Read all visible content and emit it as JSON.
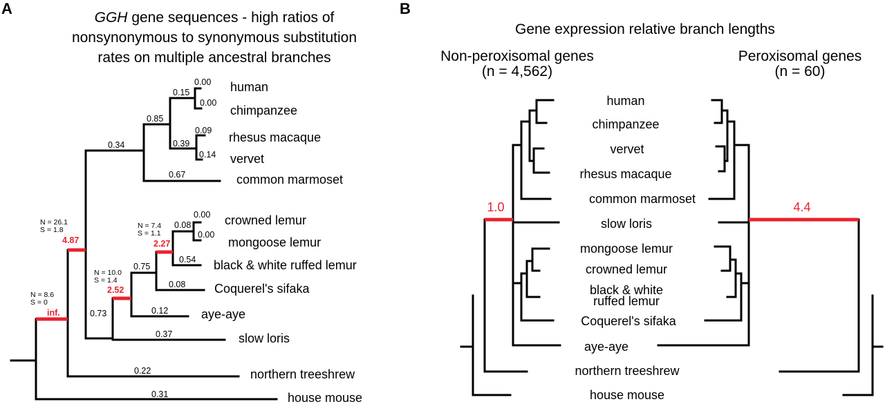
{
  "panelA": {
    "letter": "A",
    "title": {
      "gene": "GGH",
      "line1_rest": " gene sequences - high ratios of",
      "line2": "nonsynonymous to synonymous substitution",
      "line3": "rates on multiple ancestral branches"
    },
    "taxa": [
      {
        "id": "human",
        "label": "human"
      },
      {
        "id": "chimp",
        "label": "chimpanzee"
      },
      {
        "id": "rhesus",
        "label": "rhesus macaque"
      },
      {
        "id": "vervet",
        "label": "vervet"
      },
      {
        "id": "marmoset",
        "label": "common marmoset"
      },
      {
        "id": "crowned",
        "label": "crowned lemur"
      },
      {
        "id": "mongoose",
        "label": "mongoose lemur"
      },
      {
        "id": "bwrl",
        "label": "black & white ruffed lemur"
      },
      {
        "id": "sifaka",
        "label": "Coquerel's sifaka"
      },
      {
        "id": "ayeaye",
        "label": "aye-aye"
      },
      {
        "id": "loris",
        "label": "slow loris"
      },
      {
        "id": "treeshrew",
        "label": "northern treeshrew"
      },
      {
        "id": "mouse",
        "label": "house mouse"
      }
    ],
    "branch_lengths": {
      "human": "0.00",
      "chimp": "0.00",
      "human_chimp": "0.15",
      "rhesus": "0.09",
      "vervet": "0.14",
      "old_world_monkeys": "0.39",
      "catarrhini": "0.85",
      "marmoset": "0.67",
      "anthropoidea": "0.34",
      "crowned": "0.00",
      "mongoose": "0.00",
      "eulemur": "0.08",
      "bwrl": "0.54",
      "sifaka": "0.08",
      "lemuridae_sifaka": "0.75",
      "ayeaye": "0.12",
      "strepsirrhini": "0.73",
      "loris": "0.37",
      "treeshrew": "0.22",
      "mouse": "0.31"
    },
    "highlighted_branches": [
      {
        "id": "primates",
        "ratio": "4.87",
        "n": "N = 26.1",
        "s": "S = 1.8"
      },
      {
        "id": "lemuriformes",
        "ratio": "2.52",
        "n": "N = 10.0",
        "s": "S = 1.4"
      },
      {
        "id": "lemuridae",
        "ratio": "2.27",
        "n": "N = 7.4",
        "s": "S = 1.1"
      },
      {
        "id": "euarchonta",
        "ratio": "inf.",
        "n": "N = 8.6",
        "s": "S = 0"
      }
    ]
  },
  "panelB": {
    "letter": "B",
    "title": "Gene expression relative branch lengths",
    "left_header": {
      "line1": "Non-peroxisomal genes",
      "line2": "(n = 4,562)"
    },
    "right_header": {
      "line1": "Peroxisomal genes",
      "line2": "(n = 60)"
    },
    "taxa": [
      {
        "id": "human",
        "label": "human"
      },
      {
        "id": "chimp",
        "label": "chimpanzee"
      },
      {
        "id": "vervet",
        "label": "vervet"
      },
      {
        "id": "rhesus",
        "label": "rhesus macaque"
      },
      {
        "id": "marmoset",
        "label": "common marmoset"
      },
      {
        "id": "loris",
        "label": "slow loris"
      },
      {
        "id": "mongoose",
        "label": "mongoose lemur"
      },
      {
        "id": "crowned",
        "label": "crowned lemur"
      },
      {
        "id": "bwrl_1",
        "label": "black & white"
      },
      {
        "id": "bwrl_2",
        "label": "ruffed lemur"
      },
      {
        "id": "sifaka",
        "label": "Coquerel's sifaka"
      },
      {
        "id": "ayeaye",
        "label": "aye-aye"
      },
      {
        "id": "treeshrew",
        "label": "northern treeshrew"
      },
      {
        "id": "mouse",
        "label": "house mouse"
      }
    ],
    "left_highlight": {
      "value": "1.0"
    },
    "right_highlight": {
      "value": "4.4"
    },
    "colors": {
      "highlight": "#e8232f",
      "branch": "#000000"
    }
  }
}
